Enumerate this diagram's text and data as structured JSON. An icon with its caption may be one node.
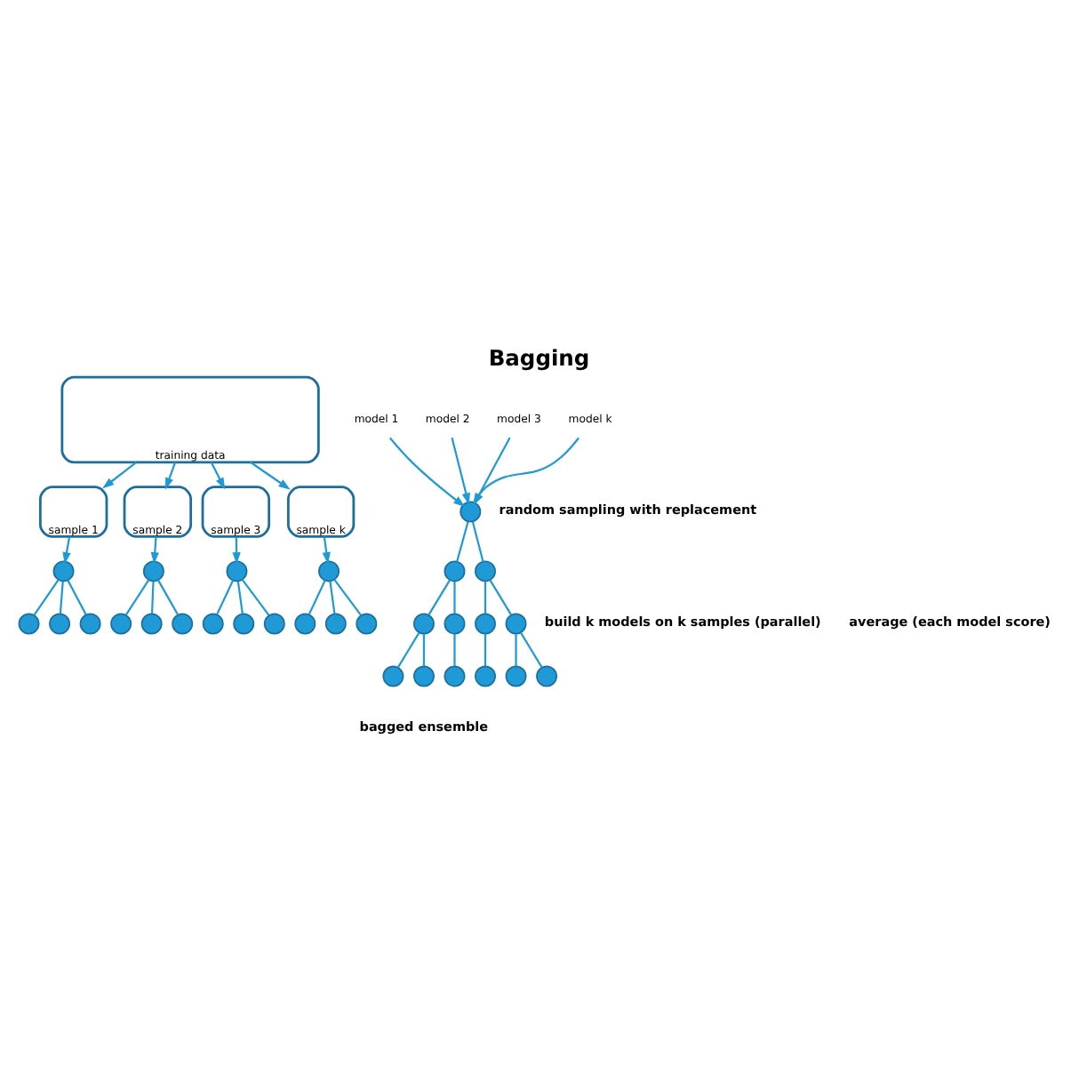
{
  "diagram": {
    "title": "Bagging",
    "nodes": [
      {
        "text": [
          "training data"
        ]
      },
      {
        "text": [
          "sample 1"
        ]
      },
      {
        "text": [
          "sample 2"
        ]
      },
      {
        "text": [
          "sample 3"
        ]
      },
      {
        "text": [
          "sample k"
        ]
      },
      {
        "text": [],
        "shape": "circle"
      },
      {
        "text": [],
        "shape": "circle"
      },
      {
        "text": [],
        "shape": "circle"
      },
      {
        "text": [],
        "shape": "circle"
      },
      {
        "text": [
          "model 1"
        ]
      },
      {
        "text": [],
        "shape": "circle"
      },
      {
        "text": [],
        "shape": "circle"
      },
      {
        "text": [],
        "shape": "circle"
      },
      {
        "text": [],
        "shape": "circle"
      },
      {
        "text": [
          "model 2"
        ]
      },
      {
        "text": [],
        "shape": "circle"
      },
      {
        "text": [],
        "shape": "circle"
      },
      {
        "text": [],
        "shape": "circle"
      },
      {
        "text": [],
        "shape": "circle"
      },
      {
        "text": [
          "model 3"
        ]
      },
      {
        "text": [],
        "shape": "circle"
      },
      {
        "text": [],
        "shape": "circle"
      },
      {
        "text": [],
        "shape": "circle"
      },
      {
        "text": [],
        "shape": "circle"
      },
      {
        "text": [
          "model k"
        ]
      },
      {
        "text": [],
        "shape": "circle"
      },
      {
        "text": [],
        "shape": "circle"
      },
      {
        "text": [],
        "shape": "circle"
      },
      {
        "text": [],
        "shape": "circle"
      },
      {
        "text": [],
        "shape": "circle"
      },
      {
        "text": [],
        "shape": "circle"
      },
      {
        "text": [],
        "shape": "circle"
      },
      {
        "text": [],
        "shape": "circle"
      },
      {
        "text": [],
        "shape": "circle"
      },
      {
        "text": [],
        "shape": "circle"
      },
      {
        "text": [],
        "shape": "circle"
      },
      {
        "text": [],
        "shape": "circle"
      },
      {
        "text": [],
        "shape": "circle"
      }
    ],
    "edges": [
      {
        "from": 0,
        "to": 1,
        "arrow": "to"
      },
      {
        "from": 0,
        "to": 2,
        "arrow": "to"
      },
      {
        "from": 0,
        "to": 3,
        "arrow": "to"
      },
      {
        "from": 0,
        "to": 4,
        "arrow": "to"
      },
      {
        "from": 1,
        "to": 5,
        "arrow": "to"
      },
      {
        "from": 2,
        "to": 10,
        "arrow": "to"
      },
      {
        "from": 3,
        "to": 15,
        "arrow": "to"
      },
      {
        "from": 4,
        "to": 20,
        "arrow": "to"
      },
      {
        "from": 5,
        "to": 6,
        "arrow": "none"
      },
      {
        "from": 5,
        "to": 7,
        "arrow": "none"
      },
      {
        "from": 5,
        "to": 8,
        "arrow": "none"
      },
      {
        "from": 10,
        "to": 11,
        "arrow": "none"
      },
      {
        "from": 10,
        "to": 12,
        "arrow": "none"
      },
      {
        "from": 10,
        "to": 13,
        "arrow": "none"
      },
      {
        "from": 15,
        "to": 16,
        "arrow": "none"
      },
      {
        "from": 15,
        "to": 17,
        "arrow": "none"
      },
      {
        "from": 15,
        "to": 18,
        "arrow": "none"
      },
      {
        "from": 20,
        "to": 21,
        "arrow": "none"
      },
      {
        "from": 20,
        "to": 22,
        "arrow": "none"
      },
      {
        "from": 20,
        "to": 23,
        "arrow": "none"
      },
      {
        "from": 9,
        "to": 25,
        "arrow": "to"
      },
      {
        "from": 14,
        "to": 25,
        "arrow": "to"
      },
      {
        "from": 19,
        "to": 25,
        "arrow": "to"
      },
      {
        "from": 24,
        "to": 25,
        "arrow": "to"
      },
      {
        "from": 25,
        "to": 26,
        "arrow": "none"
      },
      {
        "from": 25,
        "to": 27,
        "arrow": "none"
      },
      {
        "from": 26,
        "to": 28,
        "arrow": "none"
      },
      {
        "from": 26,
        "to": 29,
        "arrow": "none"
      },
      {
        "from": 27,
        "to": 30,
        "arrow": "none"
      },
      {
        "from": 27,
        "to": 31,
        "arrow": "none"
      },
      {
        "from": 28,
        "to": 32,
        "arrow": "none"
      },
      {
        "from": 28,
        "to": 33,
        "arrow": "none"
      },
      {
        "from": 29,
        "to": 34,
        "arrow": "none"
      },
      {
        "from": 30,
        "to": 35,
        "arrow": "none"
      },
      {
        "from": 31,
        "to": 36,
        "arrow": "none"
      },
      {
        "from": 31,
        "to": 37,
        "arrow": "none"
      }
    ],
    "labels": [
      "random sampling with replacement",
      "build k models on k samples (parallel)",
      "average (each model score)",
      "bagged ensemble"
    ]
  }
}
